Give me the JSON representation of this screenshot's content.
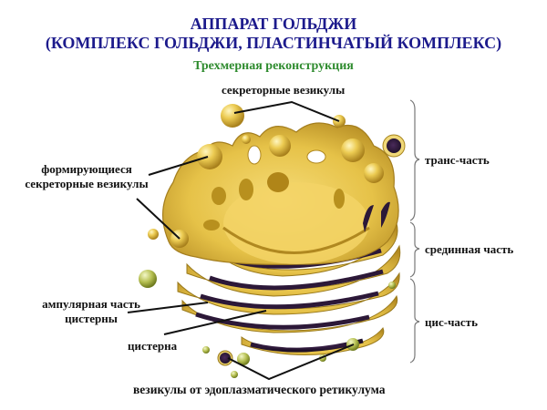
{
  "header": {
    "title_line1": "АППАРАТ ГОЛЬДЖИ",
    "title_line2": "(КОМПЛЕКС ГОЛЬДЖИ, ПЛАСТИНЧАТЫЙ КОМПЛЕКС)",
    "subtitle": "Трехмерная реконструкция"
  },
  "labels": {
    "secretory_vesicles": "секреторные везикулы",
    "forming_line1": "формирующиеся",
    "forming_line2": "секреторные везикулы",
    "ampullar_line1": "ампулярная часть",
    "ampullar_line2": "цистерны",
    "cisterna": "цистерна",
    "er_vesicles": "везикулы от эдоплазматического ретикулума"
  },
  "regions": [
    {
      "name": "trans",
      "label": "транс-часть"
    },
    {
      "name": "medial",
      "label": "срединная часть"
    },
    {
      "name": "cis",
      "label": "цис-часть"
    }
  ],
  "colors": {
    "title": "#1c1a8c",
    "subtitle": "#2e8b2e",
    "golgi_yellow": "#e8c44a",
    "lumen_purple": "#3a1f45",
    "er_vesicle_green": "#b8c45a"
  }
}
